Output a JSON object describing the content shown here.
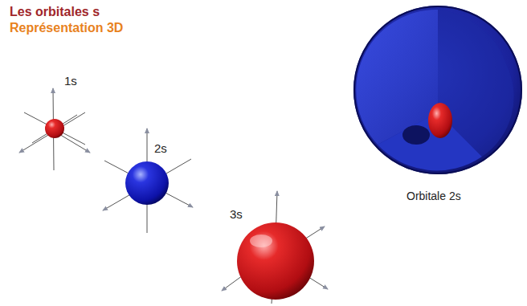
{
  "diagram": {
    "title": "Les orbitales s",
    "labels": [
      "Représentation 3D",
      "1s",
      "2s",
      "3s",
      "Orbitale 2s"
    ]
  }
}
